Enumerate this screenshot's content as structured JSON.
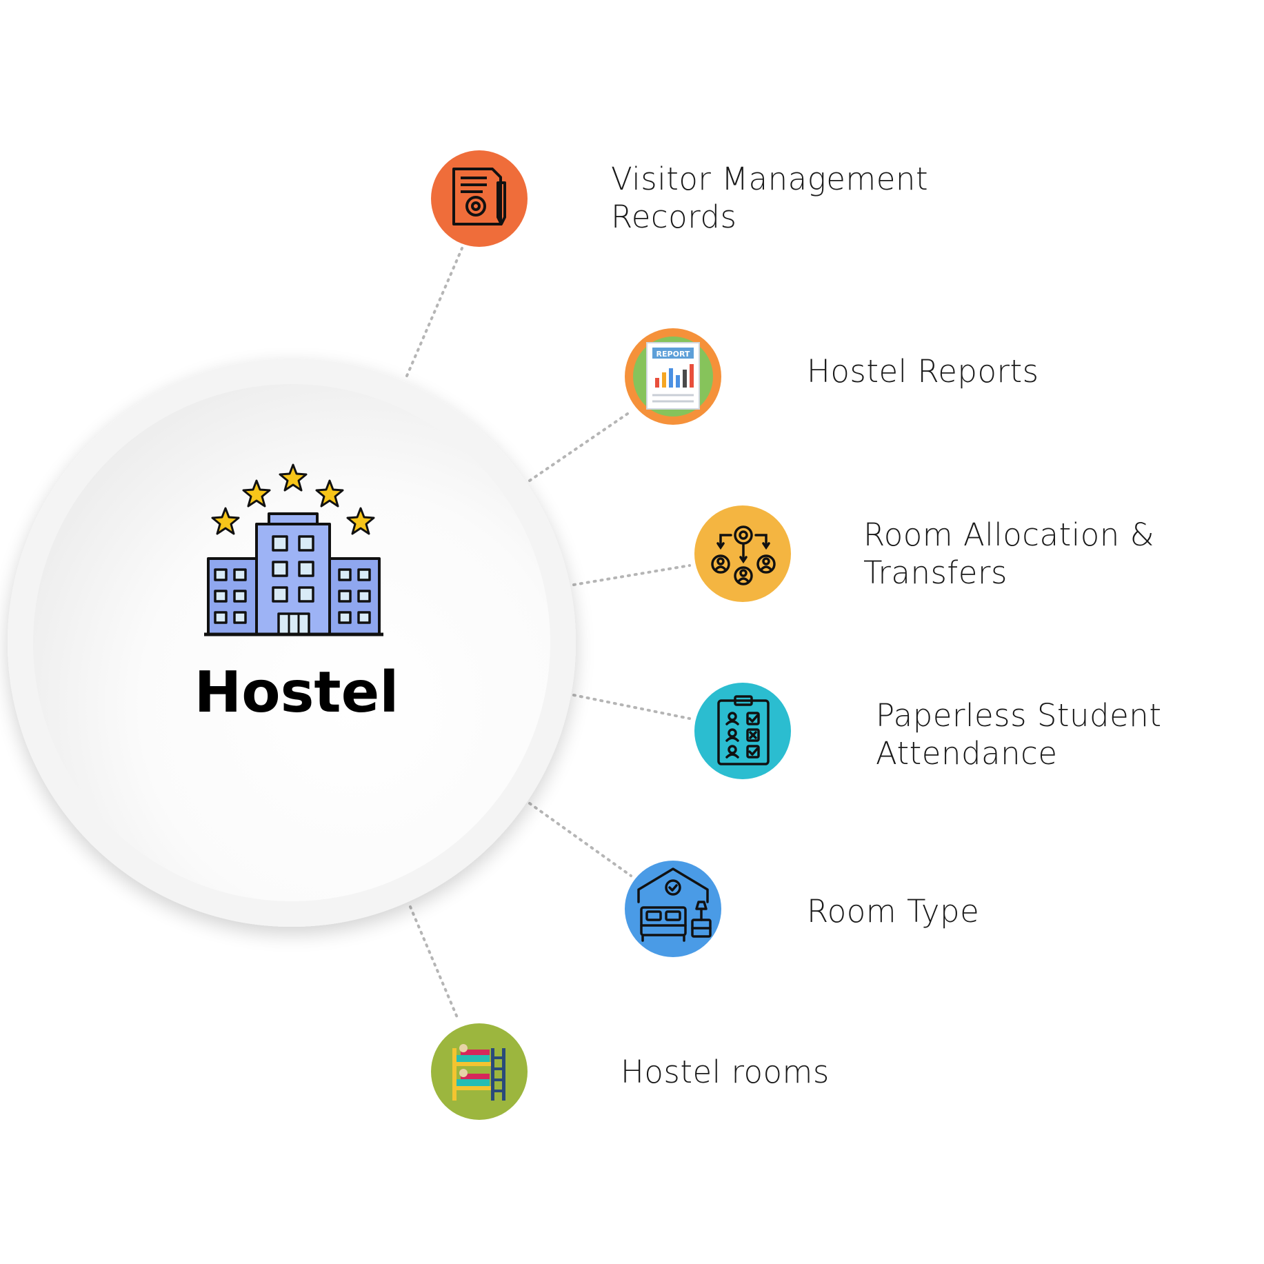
{
  "hub": {
    "title": "Hostel",
    "icon": "hotel-building-icon"
  },
  "features": [
    {
      "icon": "document-settings-icon",
      "color": "#ef6d3a",
      "lines": [
        "Visitor Management",
        "Records"
      ]
    },
    {
      "icon": "report-chart-icon",
      "color": "#f5913a",
      "lines": [
        "Hostel Reports"
      ]
    },
    {
      "icon": "allocation-network-icon",
      "color": "#f4b541",
      "lines": [
        "Room Allocation &",
        "Transfers"
      ]
    },
    {
      "icon": "attendance-clipboard-icon",
      "color": "#2bbdd0",
      "lines": [
        "Paperless Student",
        "Attendance"
      ]
    },
    {
      "icon": "bedroom-icon",
      "color": "#4a9be6",
      "lines": [
        "Room Type"
      ]
    },
    {
      "icon": "bunk-bed-icon",
      "color": "#9cb63e",
      "lines": [
        "Hostel rooms"
      ]
    }
  ]
}
